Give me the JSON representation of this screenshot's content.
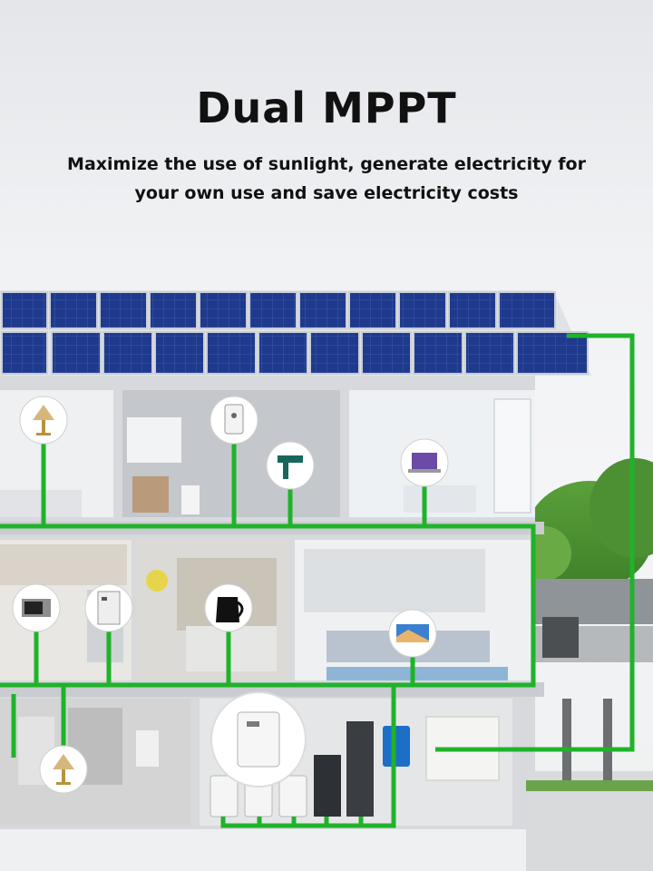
{
  "header": {
    "title": "Dual MPPT",
    "subtitle_line1": "Maximize the use of sunlight, generate electricity for",
    "subtitle_line2": "your own use and save electricity costs"
  },
  "colors": {
    "wire": "#1fb32a",
    "panel": "#1f3a8c",
    "house_wall": "#d7d9dc",
    "floor_slab": "#c9ccd0"
  },
  "appliance_icons": [
    "table-lamp-icon",
    "water-heater-icon",
    "hair-dryer-icon",
    "laptop-icon",
    "microwave-icon",
    "refrigerator-icon",
    "kettle-icon",
    "television-icon",
    "table-lamp-icon",
    "inverter-unit-icon"
  ]
}
